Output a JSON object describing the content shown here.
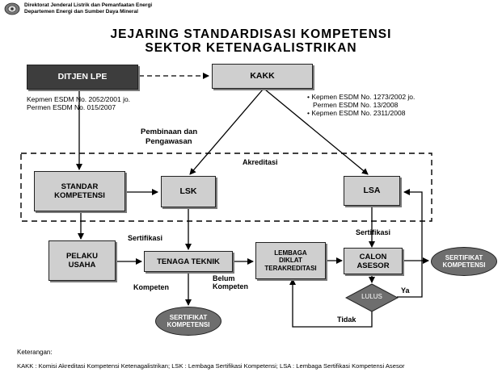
{
  "header": {
    "org_line1": "Direktorat Jenderal Listrik dan Pemanfaatan Energi",
    "org_line2": "Departemen Energi dan Sumber Daya Mineral",
    "title_line1": "JEJARING STANDARDISASI KOMPETENSI",
    "title_line2": "SEKTOR KETENAGALISTRIKAN"
  },
  "nodes": {
    "ditjen": "DITJEN LPE",
    "kakk": "KAKK",
    "standar_l1": "STANDAR",
    "standar_l2": "KOMPETENSI",
    "lsk": "LSK",
    "lsa": "LSA",
    "pelaku_l1": "PELAKU",
    "pelaku_l2": "USAHA",
    "tenaga": "TENAGA TEKNIK",
    "diklat_l1": "LEMBAGA",
    "diklat_l2": "DIKLAT",
    "diklat_l3": "TERAKREDITASI",
    "calon_l1": "CALON",
    "calon_l2": "ASESOR",
    "lulus": "LULUS",
    "sertifikat_l1": "SERTIFIKAT",
    "sertifikat_l2": "KOMPETENSI"
  },
  "notes": {
    "ditjen_ref1": "Kepmen ESDM No. 2052/2001 jo.",
    "ditjen_ref2": "Permen ESDM No. 015/2007",
    "kakk_ref1": "• Kepmen ESDM No. 1273/2002 jo.",
    "kakk_ref2": "Permen ESDM No. 13/2008",
    "kakk_ref3": "• Kepmen ESDM No. 2311/2008"
  },
  "labels": {
    "pembinaan1": "Pembinaan dan",
    "pembinaan2": "Pengawasan",
    "akreditasi": "Akreditasi",
    "sertifikasi": "Sertifikasi",
    "kompeten": "Kompeten",
    "belum1": "Belum",
    "belum2": "Kompeten",
    "ya": "Ya",
    "tidak": "Tidak"
  },
  "footer": {
    "keterangan": "Keterangan:",
    "legend": "KAKK : Komisi Akreditasi Kompetensi Ketenagalistrikan; LSK : Lembaga Sertifikasi Kompetensi; LSA : Lembaga Sertifikasi Kompetensi Asesor"
  }
}
